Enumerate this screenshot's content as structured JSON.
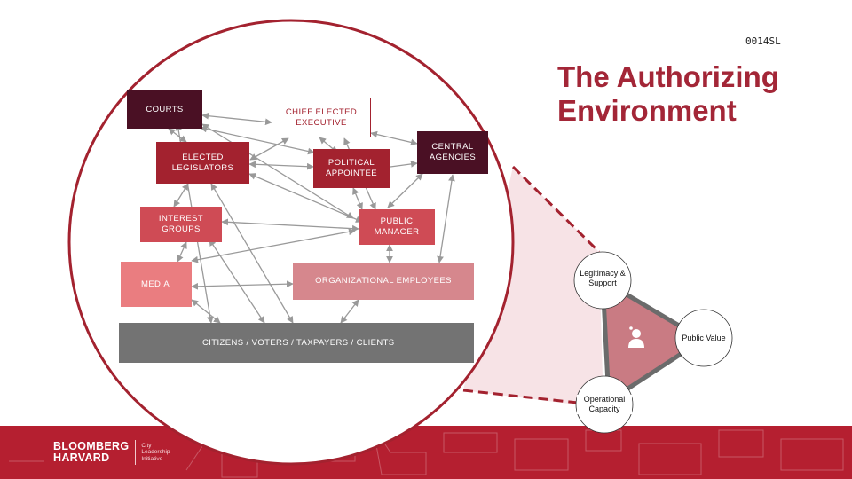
{
  "slide": {
    "code": "0014SL"
  },
  "title": {
    "line1": "The Authorizing",
    "line2": "Environment"
  },
  "diagram": {
    "boxes": {
      "courts": "COURTS",
      "chief_elected_executive": "CHIEF ELECTED EXECUTIVE",
      "central_agencies": "CENTRAL AGENCIES",
      "elected_legislators": "ELECTED LEGISLATORS",
      "political_appointee": "POLITICAL APPOINTEE",
      "interest_groups": "INTEREST GROUPS",
      "public_manager": "PUBLIC MANAGER",
      "media": "MEDIA",
      "organizational_employees": "ORGANIZATIONAL EMPLOYEES",
      "citizens": "CITIZENS / VOTERS / TAXPAYERS / CLIENTS"
    }
  },
  "triangle": {
    "legitimacy": "Legitimacy & Support",
    "public_value": "Public Value",
    "operational_capacity": "Operational Capacity"
  },
  "logo": {
    "main_line1": "BLOOMBERG",
    "main_line2": "HARVARD",
    "sub_line1": "City",
    "sub_line2": "Leadership",
    "sub_line3": "Initiative"
  },
  "colors": {
    "brand_red": "#a3222f",
    "footer_red": "#b51f30",
    "dark_maroon": "#4a1024",
    "citizens_grey": "#737373"
  }
}
